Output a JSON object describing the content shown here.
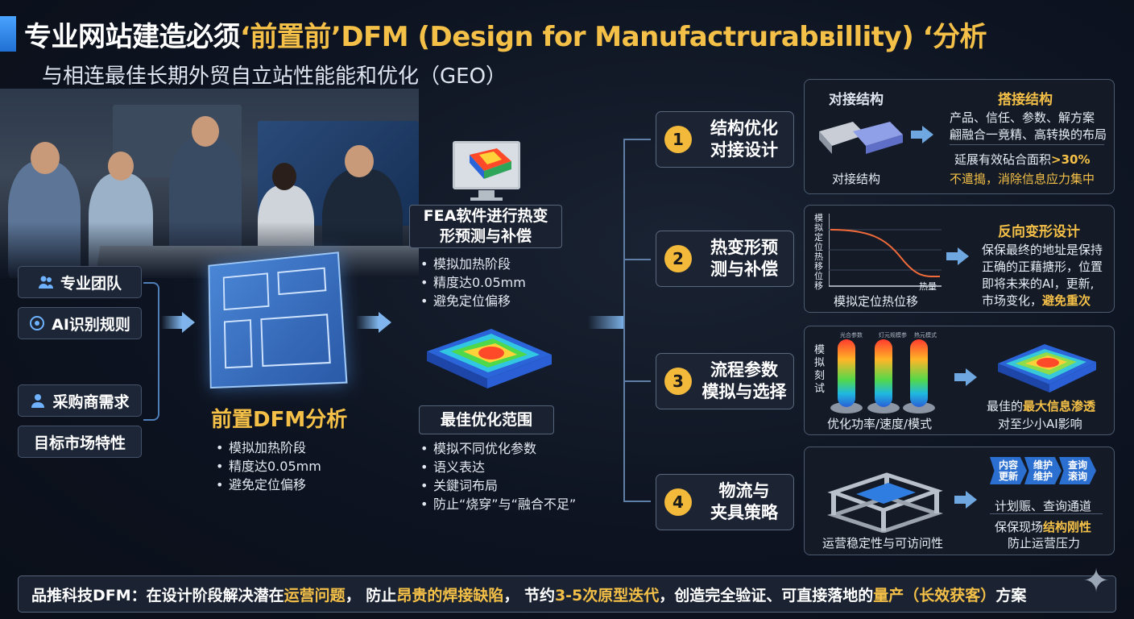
{
  "header": {
    "title_part1": "专业网站建造必须",
    "title_part2": "‘前置前’DFM (Design for Manufactrurabвillity) ‘分析",
    "subtitle": "与相连最佳长期外贸自立站性能能和优化（GEO）"
  },
  "inputs": [
    {
      "label": "专业团队",
      "icon": "team-icon"
    },
    {
      "label": "AI识别规则",
      "icon": "ai-brain-icon"
    },
    {
      "label": "采购商需求",
      "icon": "user-icon"
    },
    {
      "label": "目标市场特性",
      "icon": ""
    }
  ],
  "dfm": {
    "label": "前置DFM分析",
    "bullets": [
      "模拟加热阶段",
      "精度达0.05mm",
      "避免定位偏移"
    ]
  },
  "fea": {
    "title": "FEA软件进行热变形预测与补偿",
    "title_line1": "FEA软件进行热变",
    "title_line2": "形预测与补偿",
    "bullets": [
      "模拟加热阶段",
      "精度达0.05mm",
      "避免定位偏移"
    ]
  },
  "optimum": {
    "title": "最佳优化范围",
    "bullets": [
      "模拟不同优化参数",
      "语义表达",
      "关鍵词布局",
      "防止“烧穿”与“融合不足”"
    ]
  },
  "steps": [
    {
      "num": "1",
      "line1": "结构优化",
      "line2": "对接设计"
    },
    {
      "num": "2",
      "line1": "热变形预",
      "line2": "测与补偿"
    },
    {
      "num": "3",
      "line1": "流程参数",
      "line2": "模拟与选择"
    },
    {
      "num": "4",
      "line1": "物流与",
      "line2": "夹具策略"
    }
  ],
  "panel1": {
    "left_title": "对接结构",
    "left_caption": "对接结构",
    "right_title": "搭接结构",
    "line1": "产品、信任、参数、解方案",
    "line2": "翩融合一竟精、高转换的布局",
    "line3_prefix": "延展有效砧合面积",
    "line3_value": ">30%",
    "line4": "不遣搗，消除信息应力集中"
  },
  "panel2": {
    "y_label": "模拟定位热移位移",
    "x_label": "热量",
    "caption": "模拟定位热位移",
    "right_title": "反向变形设计",
    "line1": "保保最终的地址是保持",
    "line2": "正确的正藉搪形，位置",
    "line3": "即将未来的AI，更新,",
    "line4_prefix": "市场变化，",
    "line4_gold": "避免重次"
  },
  "panel3": {
    "side_label": "模拟刻试",
    "col_labels": [
      "光合参数",
      "灯元规模参",
      "热元模式"
    ],
    "caption": "优化功率/速度/模式",
    "right_caption1_prefix": "最佳的",
    "right_caption1_gold": "最大信息渗透",
    "right_caption2": "对至少小AI影响"
  },
  "panel4": {
    "caption": "运营稳定性与可访问性",
    "chevrons": [
      {
        "line1": "内容",
        "line2": "更新"
      },
      {
        "line1": "维护",
        "line2": "维护"
      },
      {
        "line1": "查询",
        "line2": "滚询"
      }
    ],
    "line1": "计划赈、查询通道",
    "line2_prefix": "保保现场",
    "line2_gold": "结构刚性",
    "line3": "防止运营压力"
  },
  "footer": {
    "seg1": "品推科技DFM：在设计阶段解决潜在",
    "seg2": "运营问题",
    "seg3": "，  防止",
    "seg4": "昂贵的焊接缺陷",
    "seg5": "，  节约",
    "seg6": "3-5次原型迭代",
    "seg7": "，创造完全验证、可直接落地的",
    "seg8": "量产（长效获客）",
    "seg9": "方案"
  },
  "colors": {
    "accent_gold": "#f5c047",
    "accent_blue": "#4aa3ff",
    "panel_bg": "#141b27",
    "page_bg": "#0d1320"
  }
}
